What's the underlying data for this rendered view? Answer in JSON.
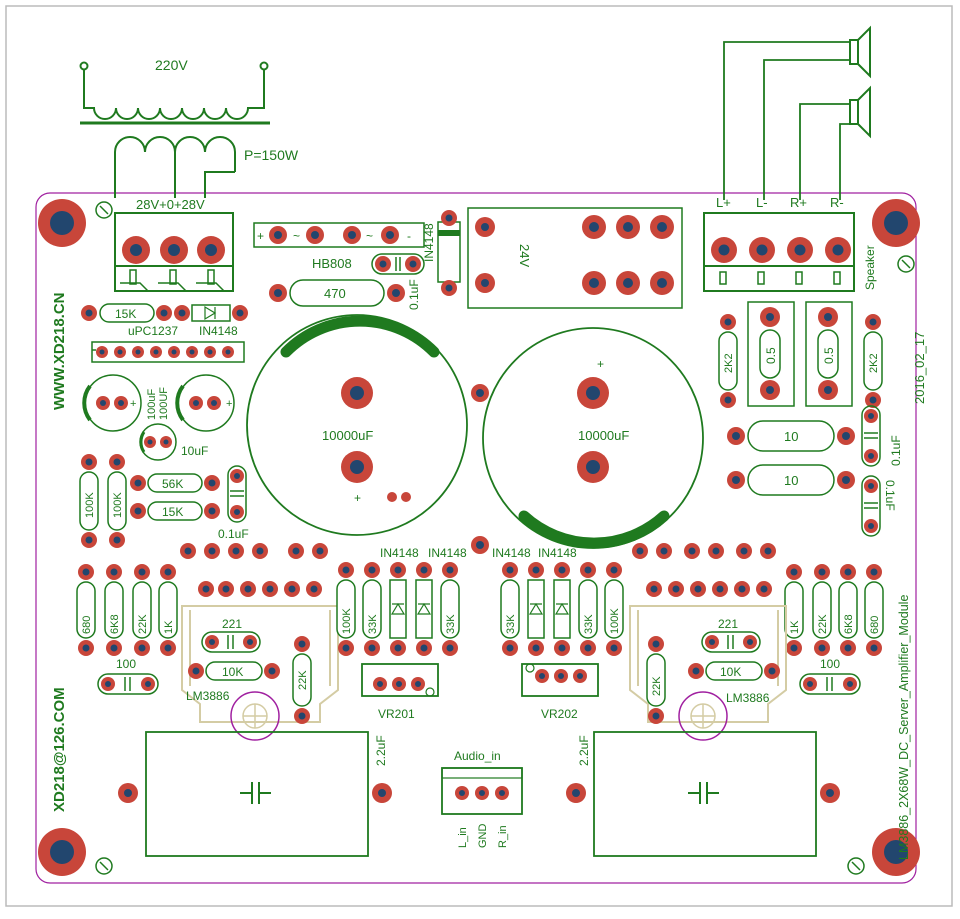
{
  "colors": {
    "trace": "#1f7a1f",
    "pad": "#c8463a",
    "hole": "#22466e",
    "outline": "#a020a0",
    "silk": "#d4cca4",
    "background": "#ffffff"
  },
  "transformer": {
    "primary_label": "220V",
    "power_label": "P=150W"
  },
  "power_input": {
    "label": "28V+0+28V"
  },
  "bridge": {
    "label": "HB808",
    "plus": "+",
    "minus": "-",
    "ac1": "~",
    "ac2": "~"
  },
  "relay": {
    "label": "24V"
  },
  "speaker": {
    "terminals": [
      "L+",
      "L-",
      "R+",
      "R-"
    ],
    "label": "Speaker"
  },
  "side_labels": {
    "website": "WWW.XD218.CN",
    "email": "XD218@126.COM",
    "date": "2016_02_17",
    "module": "LM3886_2X68W_DC_Server_Amplifier_Module"
  },
  "capacitors_main": {
    "left": "10000uF",
    "right": "10000uF",
    "plus": "+"
  },
  "protection": {
    "ic": "uPC1237",
    "diode": "IN4148",
    "r15k": "15K"
  },
  "components": {
    "r470": "470",
    "c01_top": "0.1uF",
    "d_top": "IN4148",
    "c100a": "100uF",
    "c100b": "100UF",
    "c10": "10uF",
    "r100k_a": "100K",
    "r100k_b": "100K",
    "r56k": "56K",
    "r15k_b": "15K",
    "c01_left": "0.1uF",
    "r2k2_left": "2K2",
    "r05_left": "0.5",
    "r05_right": "0.5",
    "r2k2_right": "2K2",
    "r10_top": "10",
    "r10_bottom": "10",
    "c01_right_a": "0.1uF",
    "c01_right_b": "0.1uF"
  },
  "amp_left": {
    "resistors": [
      "680",
      "6K8",
      "22K",
      "1K"
    ],
    "c221": "221",
    "r10k": "10K",
    "r22k": "22K",
    "c100": "100",
    "ic": "LM3886",
    "c22": "2.2uF"
  },
  "amp_right": {
    "resistors": [
      "1K",
      "22K",
      "6K8",
      "680"
    ],
    "c221": "221",
    "r10k": "10K",
    "r22k": "22K",
    "c100": "100",
    "ic": "LM3886",
    "c22": "2.2uF"
  },
  "center": {
    "diode_labels": [
      "IN4148",
      "IN4148",
      "IN4148",
      "IN4148"
    ],
    "left_resistors": [
      "100K",
      "33K",
      "33K"
    ],
    "right_resistors": [
      "33K",
      "33K",
      "100K"
    ],
    "vr_left": "VR201",
    "vr_right": "VR202",
    "audio_in": "Audio_in",
    "audio_pins": [
      "L_in",
      "GND",
      "R_in"
    ]
  }
}
